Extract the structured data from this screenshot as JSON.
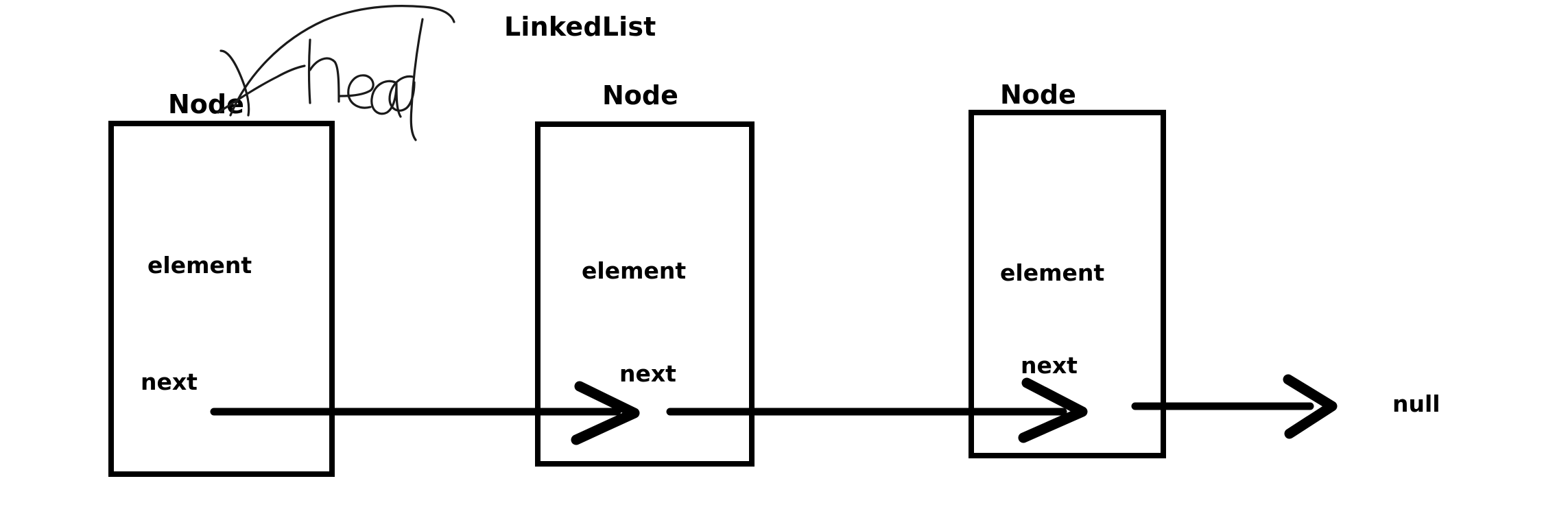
{
  "diagram": {
    "title": "LinkedList",
    "type": "singly-linked-list",
    "node_count": 3,
    "terminator": "null",
    "colors": {
      "stroke": "#000000",
      "background": "#ffffff",
      "annotation": "#1a1a1a"
    }
  },
  "nodes": [
    {
      "heading": "Node",
      "element_label": "element",
      "next_label": "next",
      "points_to": "Node 2"
    },
    {
      "heading": "Node",
      "element_label": "element",
      "next_label": "next",
      "points_to": "Node 3"
    },
    {
      "heading": "Node",
      "element_label": "element",
      "next_label": "next",
      "points_to": "null"
    }
  ],
  "terminator": {
    "label": "null"
  },
  "annotation": {
    "handwritten_text": "head",
    "target": "first-node",
    "style": "handwritten-ink"
  }
}
